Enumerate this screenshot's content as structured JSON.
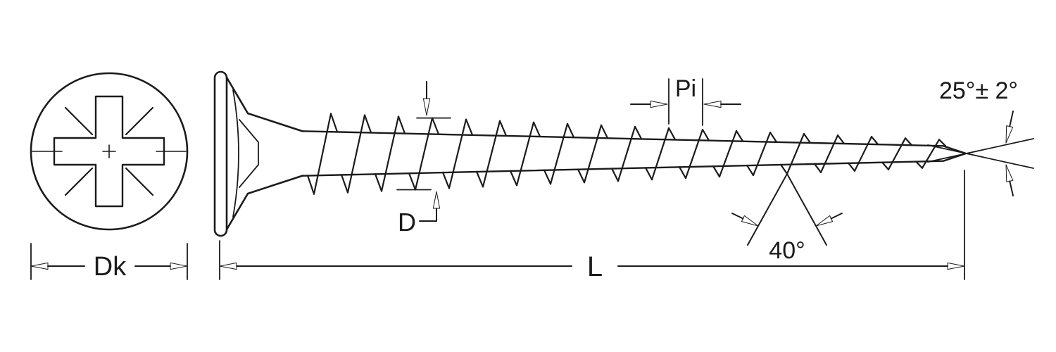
{
  "labels": {
    "head_diameter": "Dk",
    "length": "L",
    "pitch": "Pi",
    "thread_diameter": "D",
    "thread_angle": "40°",
    "point_angle": "25°± 2°"
  },
  "colors": {
    "ink": "#1b1b1b",
    "background": "#ffffff"
  }
}
